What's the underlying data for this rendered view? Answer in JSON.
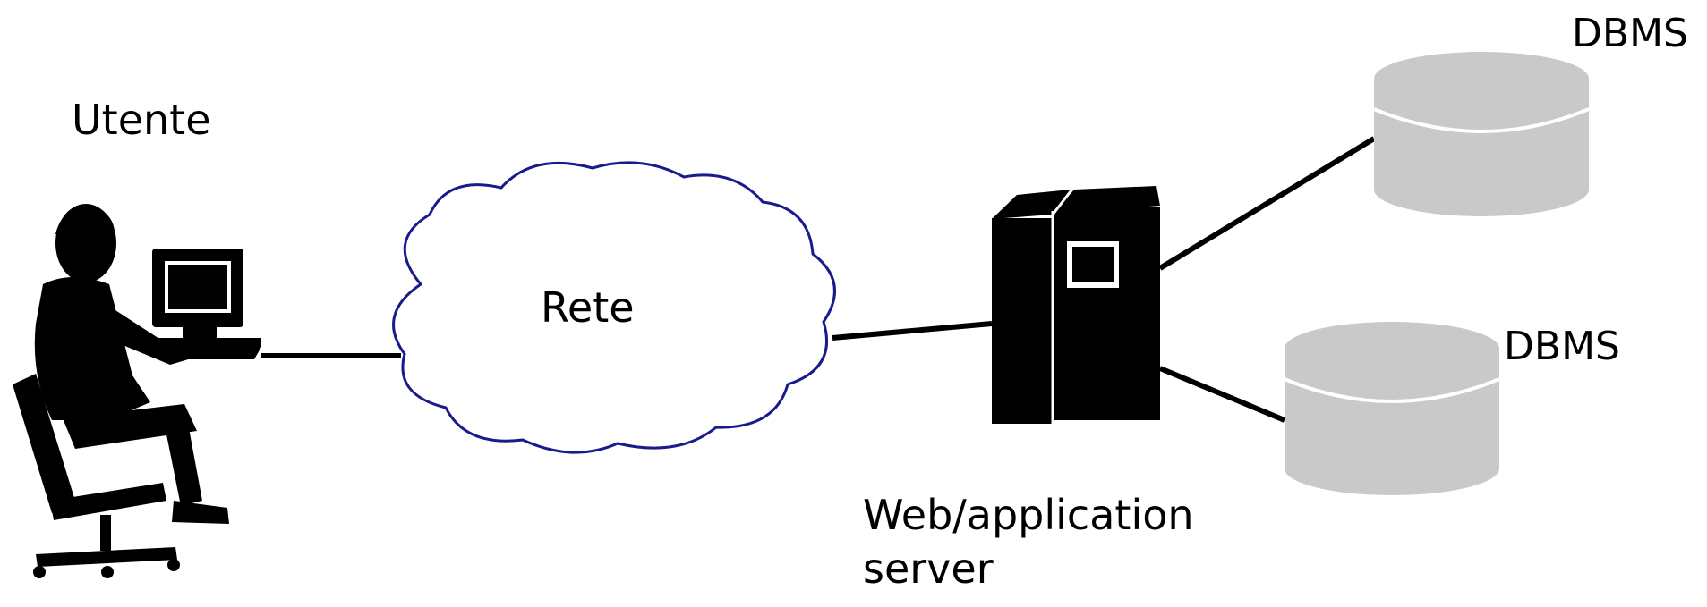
{
  "labels": {
    "user": "Utente",
    "network": "Rete",
    "server_line1": "Web/application",
    "server_line2": "server",
    "db1": "DBMS",
    "db2": "DBMS"
  },
  "icons": {
    "user": "user-at-computer-icon",
    "network": "cloud-icon",
    "server": "server-tower-icon",
    "database": "database-cylinder-icon"
  },
  "colors": {
    "background": "#ffffff",
    "line": "#000000",
    "cloud_outline": "#1a1a8c",
    "cloud_fill": "#ffffff",
    "database_fill": "#c9c9c9",
    "database_stripe": "#ffffff",
    "server_fill": "#000000"
  }
}
